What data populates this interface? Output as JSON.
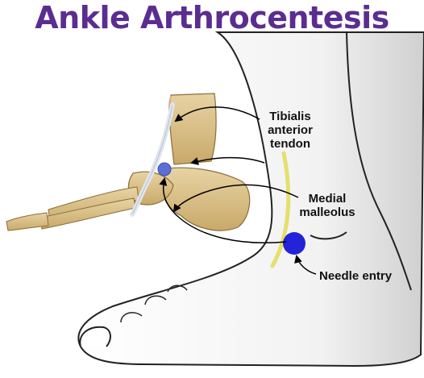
{
  "title": "Ankle Arthrocentesis",
  "labels": {
    "tibialis": [
      "Tibialis",
      "anterior",
      "tendon"
    ],
    "medial": [
      "Medial",
      "malleolus"
    ],
    "needle": "Needle entry"
  },
  "colors": {
    "title": "#5b2d90",
    "needle_dot": "#2323d8",
    "target_dot": "#5a6fd6",
    "bone": "#d9c08a",
    "bone_shadow": "#b39352",
    "tendon": "#dfe6ee",
    "skin_line": "#222222",
    "skin_shade": "#dedede",
    "vein_line": "#e5df6e",
    "arrow": "#000000"
  }
}
